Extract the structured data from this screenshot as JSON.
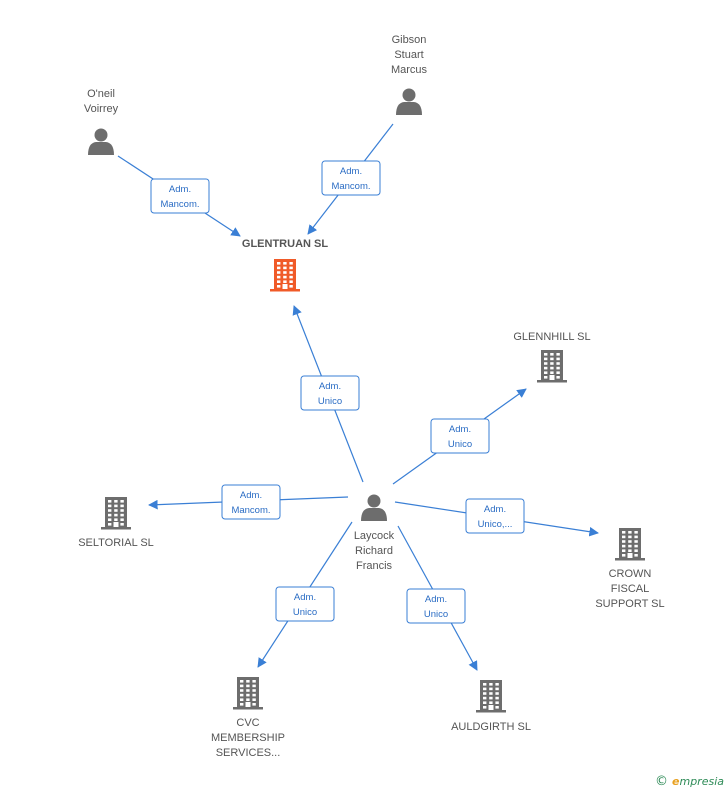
{
  "colors": {
    "edge": "#3a7fd5",
    "person": "#6d6d6d",
    "company": "#6d6d6d",
    "focus_company": "#f05a28"
  },
  "nodes": [
    {
      "id": "glentruan",
      "type": "company",
      "focus": true,
      "label": [
        "GLENTRUAN SL"
      ]
    },
    {
      "id": "oneil",
      "type": "person",
      "label": [
        "O'neil",
        "Voirrey"
      ]
    },
    {
      "id": "gibson",
      "type": "person",
      "label": [
        "Gibson",
        "Stuart",
        "Marcus"
      ]
    },
    {
      "id": "laycock",
      "type": "person",
      "label": [
        "Laycock",
        "Richard",
        "Francis"
      ]
    },
    {
      "id": "glennhill",
      "type": "company",
      "label": [
        "GLENNHILL SL"
      ]
    },
    {
      "id": "seltorial",
      "type": "company",
      "label": [
        "SELTORIAL SL"
      ]
    },
    {
      "id": "crown",
      "type": "company",
      "label": [
        "CROWN",
        "FISCAL",
        "SUPPORT  SL"
      ]
    },
    {
      "id": "cvc",
      "type": "company",
      "label": [
        "CVC",
        "MEMBERSHIP",
        "SERVICES..."
      ]
    },
    {
      "id": "auldgirth",
      "type": "company",
      "label": [
        "AULDGIRTH SL"
      ]
    }
  ],
  "edges": [
    {
      "from": "oneil",
      "to": "glentruan",
      "label": [
        "Adm.",
        "Mancom."
      ]
    },
    {
      "from": "gibson",
      "to": "glentruan",
      "label": [
        "Adm.",
        "Mancom."
      ]
    },
    {
      "from": "laycock",
      "to": "glentruan",
      "label": [
        "Adm.",
        "Unico"
      ]
    },
    {
      "from": "laycock",
      "to": "glennhill",
      "label": [
        "Adm.",
        "Unico"
      ]
    },
    {
      "from": "laycock",
      "to": "seltorial",
      "label": [
        "Adm.",
        "Mancom."
      ]
    },
    {
      "from": "laycock",
      "to": "crown",
      "label": [
        "Adm.",
        "Unico,..."
      ]
    },
    {
      "from": "laycock",
      "to": "cvc",
      "label": [
        "Adm.",
        "Unico"
      ]
    },
    {
      "from": "laycock",
      "to": "auldgirth",
      "label": [
        "Adm.",
        "Unico"
      ]
    }
  ],
  "brand": {
    "copyright": "©",
    "initial": "e",
    "rest": "mpresia"
  }
}
